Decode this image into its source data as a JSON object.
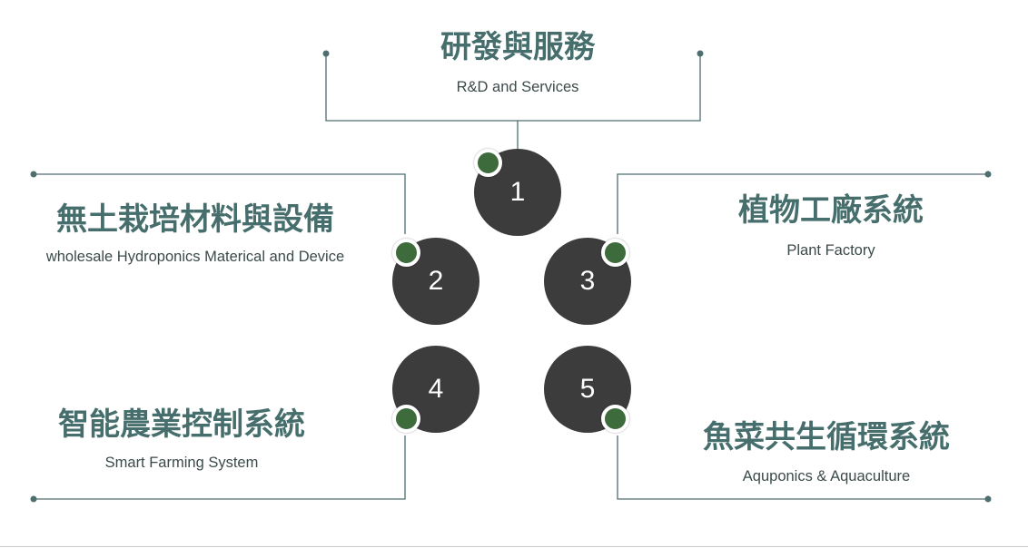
{
  "items": [
    {
      "number": "1",
      "title": "研發與服務",
      "subtitle": "R&D and Services"
    },
    {
      "number": "2",
      "title": "無土栽培材料與設備",
      "subtitle": "wholesale Hydroponics Materical and Device"
    },
    {
      "number": "3",
      "title": "植物工廠系統",
      "subtitle": "Plant Factory"
    },
    {
      "number": "4",
      "title": "智能農業控制系統",
      "subtitle": "Smart Farming System"
    },
    {
      "number": "5",
      "title": "魚菜共生循環系統",
      "subtitle": "Aquponics & Aquaculture"
    }
  ],
  "colors": {
    "title": "#466e6c",
    "circle": "#3c3c3c",
    "dot": "#3d6b3c",
    "connector": "#4f6e70"
  }
}
